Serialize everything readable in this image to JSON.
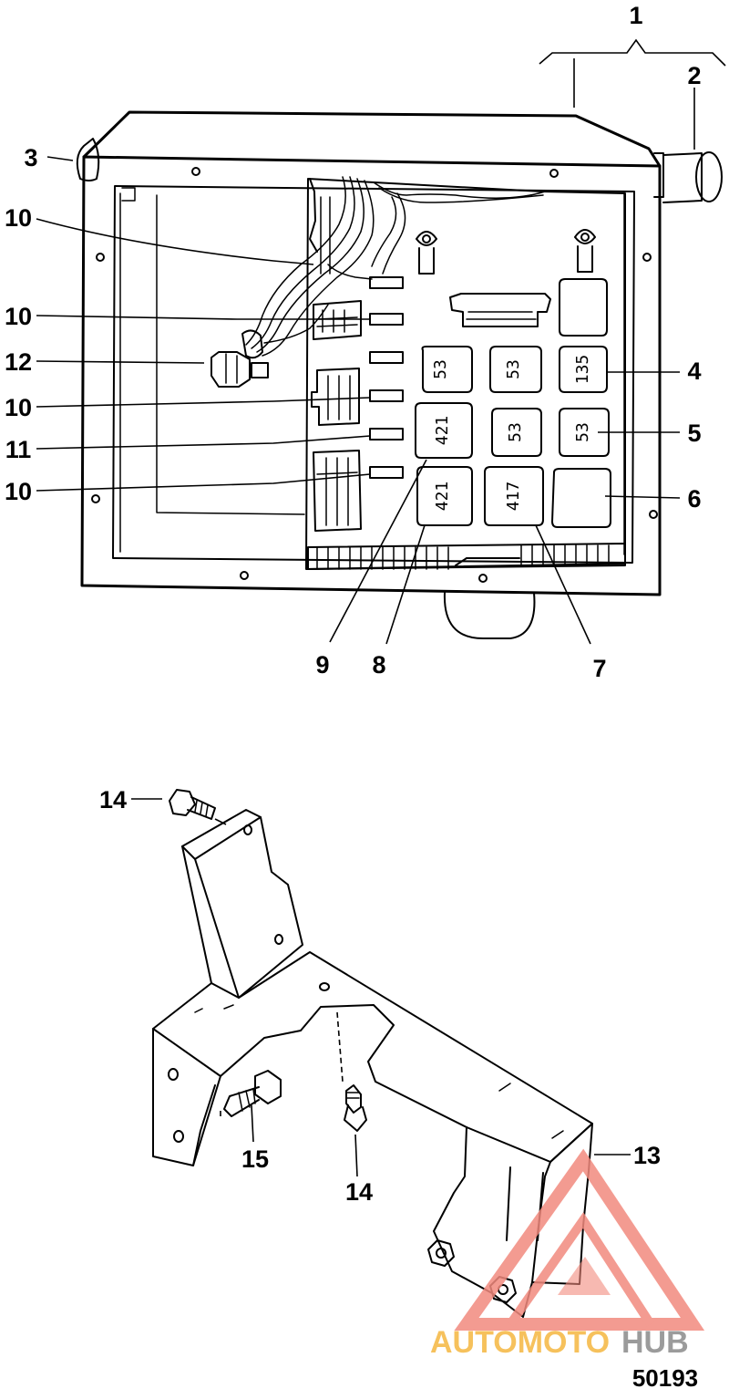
{
  "callouts": [
    {
      "id": "c1",
      "text": "1"
    },
    {
      "id": "c2",
      "text": "2"
    },
    {
      "id": "c3",
      "text": "3"
    },
    {
      "id": "c4",
      "text": "4"
    },
    {
      "id": "c5",
      "text": "5"
    },
    {
      "id": "c6",
      "text": "6"
    },
    {
      "id": "c7",
      "text": "7"
    },
    {
      "id": "c8",
      "text": "8"
    },
    {
      "id": "c9",
      "text": "9"
    },
    {
      "id": "c10a",
      "text": "10"
    },
    {
      "id": "c10b",
      "text": "10"
    },
    {
      "id": "c10c",
      "text": "10"
    },
    {
      "id": "c10d",
      "text": "10"
    },
    {
      "id": "c11",
      "text": "11"
    },
    {
      "id": "c12",
      "text": "12"
    },
    {
      "id": "c13",
      "text": "13"
    },
    {
      "id": "c14a",
      "text": "14"
    },
    {
      "id": "c14b",
      "text": "14"
    },
    {
      "id": "c15",
      "text": "15"
    }
  ],
  "relays": [
    {
      "label": "53"
    },
    {
      "label": "53"
    },
    {
      "label": "135"
    },
    {
      "label": "421"
    },
    {
      "label": "53"
    },
    {
      "label": "53"
    },
    {
      "label": "421"
    },
    {
      "label": "417"
    }
  ],
  "watermark": {
    "part1": "AUTOMOTO",
    "part2": "HUB",
    "color_primary": "#f28a7e",
    "color_accent": "#f5b740",
    "color_dark": "#8a8a8a"
  },
  "figure_number": "50193"
}
